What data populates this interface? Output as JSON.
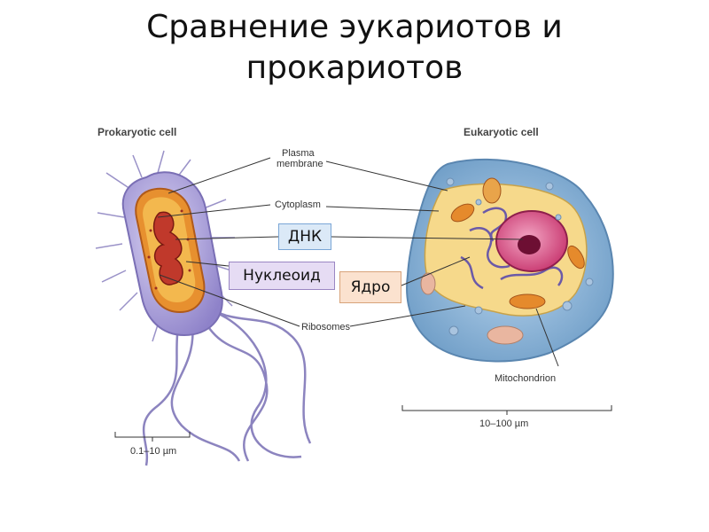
{
  "slide": {
    "title_line1": "Сравнение эукариотов и",
    "title_line2": "прокариотов"
  },
  "prokaryote": {
    "heading": "Prokaryotic cell",
    "scale": "0.1–10 µm"
  },
  "eukaryote": {
    "heading": "Eukaryotic cell",
    "scale": "10–100 µm"
  },
  "labels": {
    "plasma_membrane_1": "Plasma",
    "plasma_membrane_2": "membrane",
    "cytoplasm": "Cytoplasm",
    "ribosomes": "Ribosomes",
    "mitochondrion": "Mitochondrion"
  },
  "callouts": {
    "dna": "ДНК",
    "nucleoid": "Нуклеоид",
    "nucleus": "Ядро"
  }
}
